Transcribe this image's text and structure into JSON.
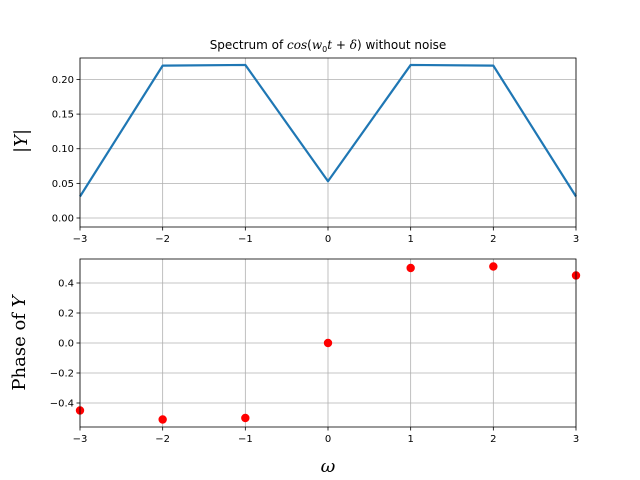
{
  "chart_data": [
    {
      "type": "line",
      "title": "Spectrum of cos(w₀t + δ) without noise",
      "xlabel": "",
      "ylabel": "|Y|",
      "x": [
        -3,
        -2,
        -1,
        0,
        1,
        2,
        3
      ],
      "series": [
        {
          "values": [
            0.031,
            0.22,
            0.221,
            0.053,
            0.221,
            0.22,
            0.031
          ],
          "color": "#1f77b4"
        }
      ],
      "xlim": [
        -3,
        3
      ],
      "ylim": [
        -0.013,
        0.231
      ],
      "xticks": [
        -3,
        -2,
        -1,
        0,
        1,
        2,
        3
      ],
      "xtick_labels": [
        "−3",
        "−2",
        "−1",
        "0",
        "1",
        "2",
        "3"
      ],
      "yticks": [
        0.0,
        0.05,
        0.1,
        0.15,
        0.2
      ],
      "ytick_labels": [
        "0.00",
        "0.05",
        "0.10",
        "0.15",
        "0.20"
      ],
      "grid": true
    },
    {
      "type": "scatter",
      "title": "",
      "xlabel": "ω",
      "ylabel": "Phase of Y",
      "x": [
        -3,
        -2,
        -1,
        0,
        1,
        2,
        3
      ],
      "series": [
        {
          "values": [
            -0.45,
            -0.51,
            -0.5,
            0.0,
            0.5,
            0.51,
            0.45
          ],
          "color": "#ff0000"
        }
      ],
      "xlim": [
        -3,
        3
      ],
      "ylim": [
        -0.56,
        0.56
      ],
      "xticks": [
        -3,
        -2,
        -1,
        0,
        1,
        2,
        3
      ],
      "xtick_labels": [
        "−3",
        "−2",
        "−1",
        "0",
        "1",
        "2",
        "3"
      ],
      "yticks": [
        -0.4,
        -0.2,
        0.0,
        0.2,
        0.4
      ],
      "ytick_labels": [
        "−0.4",
        "−0.2",
        "0.0",
        "0.2",
        "0.4"
      ],
      "grid": true
    }
  ]
}
